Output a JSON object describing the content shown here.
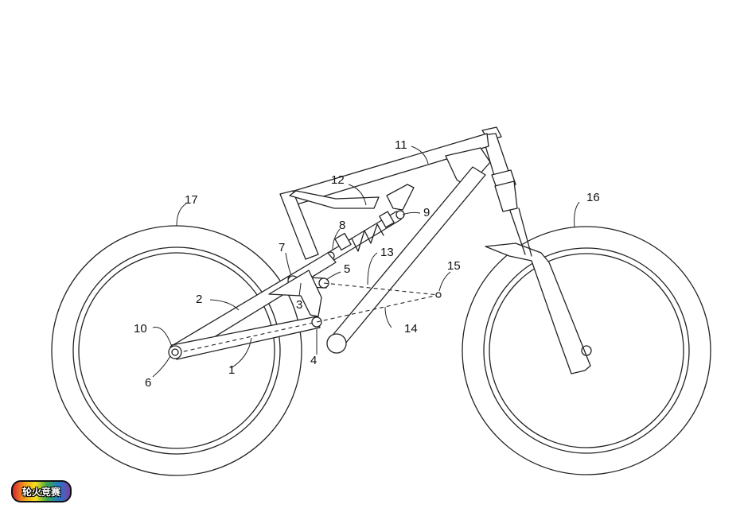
{
  "diagram": {
    "labels": {
      "l1": "1",
      "l2": "2",
      "l3": "3",
      "l4": "4",
      "l5": "5",
      "l6": "6",
      "l7": "7",
      "l8": "8",
      "l9": "9",
      "l10": "10",
      "l11": "11",
      "l12": "12",
      "l13": "13",
      "l14": "14",
      "l15": "15",
      "l16": "16",
      "l17": "17"
    },
    "line_color": "#222222",
    "background": "#ffffff"
  },
  "logo": {
    "text": "轮火竞赛",
    "colors": [
      "#d8262e",
      "#f29a1f",
      "#f6e01f",
      "#3aa64b",
      "#1f7ac9",
      "#7d3fa3"
    ]
  }
}
